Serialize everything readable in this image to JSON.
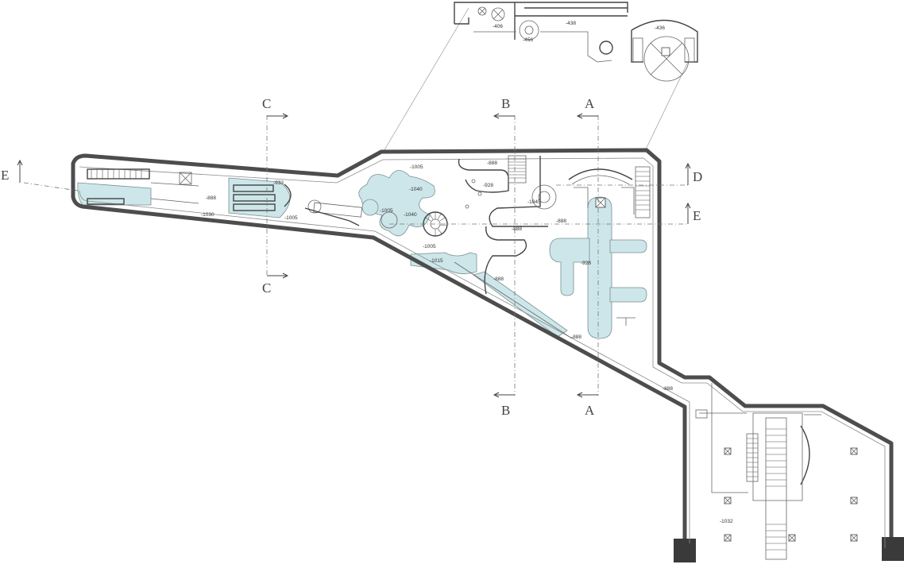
{
  "sections": {
    "top": [
      {
        "label": "C"
      },
      {
        "label": "B"
      },
      {
        "label": "A"
      }
    ],
    "bottom": [
      {
        "label": "C"
      },
      {
        "label": "B"
      },
      {
        "label": "A"
      }
    ],
    "right": [
      {
        "label": "D"
      },
      {
        "label": "E"
      }
    ],
    "left": [
      {
        "label": "E"
      }
    ]
  },
  "elevations": [
    "-888",
    "-1030",
    "-933",
    "-1005",
    "-1005",
    "-1040",
    "-1040",
    "-1005",
    "-1005",
    "-1015",
    "-888",
    "-928",
    "-1045",
    "-888",
    "-888",
    "-928",
    "-888",
    "-888",
    "-888",
    "-1032"
  ],
  "inset_elevations": [
    "-406",
    "-456",
    "-438",
    "-436"
  ],
  "colors": {
    "wall": "#4d4d4d",
    "water": "#cde6e9",
    "line": "#777777"
  }
}
